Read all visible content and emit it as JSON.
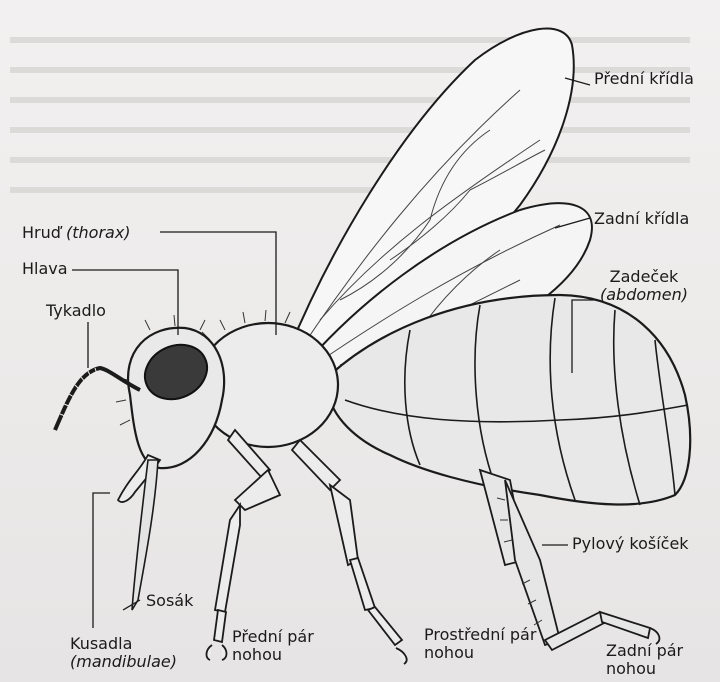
{
  "labels": {
    "front_wing": "Přední křídla",
    "hind_wing": "Zadní křídla",
    "thorax": "Hruď",
    "thorax_latin": "(thorax)",
    "head": "Hlava",
    "antenna": "Tykadlo",
    "abdomen": "Zadeček",
    "abdomen_latin": "(abdomen)",
    "pollen_basket": "Pylový košíček",
    "proboscis": "Sosák",
    "mandibles": "Kusadla",
    "mandibles_latin": "(mandibulae)",
    "front_legs_1": "Přední pár",
    "front_legs_2": "nohou",
    "middle_legs_1": "Prostřední pár",
    "middle_legs_2": "nohou",
    "hind_legs_1": "Zadní pár",
    "hind_legs_2": "nohou"
  },
  "colors": {
    "ink": "#1b1b1b",
    "paper": "#efeeed",
    "wing_fill": "#f6f6f6"
  }
}
